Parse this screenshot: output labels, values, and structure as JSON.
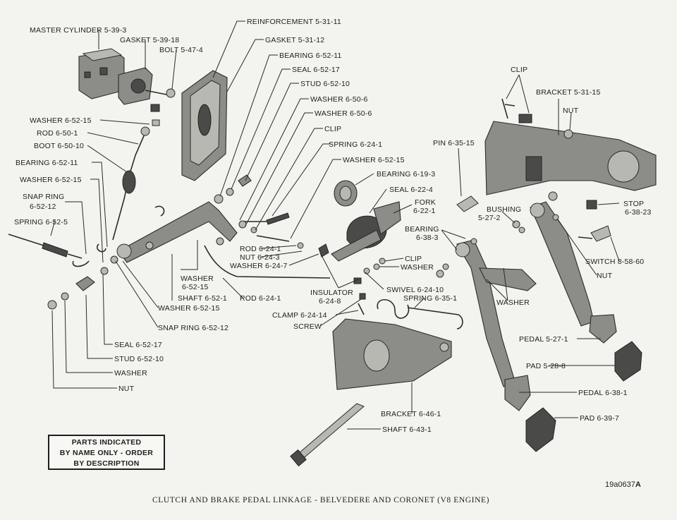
{
  "diagram": {
    "caption": "CLUTCH AND BRAKE PEDAL LINKAGE - BELVEDERE AND CORONET (V8 ENGINE)",
    "figure_id": "19a0637",
    "figure_suffix": "A",
    "note": [
      "PARTS INDICATED",
      "BY NAME ONLY - ORDER",
      "BY DESCRIPTION"
    ],
    "labels": [
      {
        "id": "master-cylinder",
        "text": "MASTER CYLINDER 5-39-3"
      },
      {
        "id": "gasket-5-39-18",
        "text": "GASKET 5-39-18"
      },
      {
        "id": "bolt-5-47-4",
        "text": "BOLT 5-47-4"
      },
      {
        "id": "reinforcement",
        "text": "REINFORCEMENT 5-31-11"
      },
      {
        "id": "gasket-5-31-12",
        "text": "GASKET 5-31-12"
      },
      {
        "id": "bearing-6-52-11-top",
        "text": "BEARING 6-52-11"
      },
      {
        "id": "seal-6-52-17-top",
        "text": "SEAL 6-52-17"
      },
      {
        "id": "stud-6-52-10-top",
        "text": "STUD 6-52-10"
      },
      {
        "id": "washer-6-50-6-a",
        "text": "WASHER 6-50-6"
      },
      {
        "id": "washer-6-50-6-b",
        "text": "WASHER 6-50-6"
      },
      {
        "id": "clip-mid",
        "text": "CLIP"
      },
      {
        "id": "spring-6-24-1",
        "text": "SPRING 6-24-1"
      },
      {
        "id": "washer-6-52-15-mid",
        "text": "WASHER 6-52-15"
      },
      {
        "id": "bearing-6-19-3",
        "text": "BEARING 6-19-3"
      },
      {
        "id": "seal-6-22-4",
        "text": "SEAL 6-22-4"
      },
      {
        "id": "fork-1",
        "text": "FORK"
      },
      {
        "id": "fork-2",
        "text": "6-22-1"
      },
      {
        "id": "washer-6-52-15-left",
        "text": "WASHER 6-52-15"
      },
      {
        "id": "rod-6-50-1",
        "text": "ROD 6-50-1"
      },
      {
        "id": "boot-6-50-10",
        "text": "BOOT 6-50-10"
      },
      {
        "id": "bearing-6-52-11-left",
        "text": "BEARING 6-52-11"
      },
      {
        "id": "washer-6-52-15-left2",
        "text": "WASHER 6-52-15"
      },
      {
        "id": "snap-ring-1",
        "text": "SNAP RING"
      },
      {
        "id": "snap-ring-2",
        "text": "6-52-12"
      },
      {
        "id": "spring-6-52-5",
        "text": "SPRING 6-52-5"
      },
      {
        "id": "clip-top",
        "text": "CLIP"
      },
      {
        "id": "bracket-5-31-15",
        "text": "BRACKET 5-31-15"
      },
      {
        "id": "nut-top",
        "text": "NUT"
      },
      {
        "id": "pin-6-35-15",
        "text": "PIN 6-35-15"
      },
      {
        "id": "bushing-1",
        "text": "BUSHING"
      },
      {
        "id": "bushing-2",
        "text": "5-27-2"
      },
      {
        "id": "stop-1",
        "text": "STOP"
      },
      {
        "id": "stop-2",
        "text": "6-38-23"
      },
      {
        "id": "bearing-6-38-3-1",
        "text": "BEARING"
      },
      {
        "id": "bearing-6-38-3-2",
        "text": "6-38-3"
      },
      {
        "id": "switch-8-58-60",
        "text": "SWITCH 8-58-60"
      },
      {
        "id": "nut-right",
        "text": "NUT"
      },
      {
        "id": "rod-6-24-1-a",
        "text": "ROD 6-24-1"
      },
      {
        "id": "nut-6-24-3",
        "text": "NUT 6-24-3"
      },
      {
        "id": "washer-6-24-7",
        "text": "WASHER 6-24-7"
      },
      {
        "id": "clip-lower",
        "text": "CLIP"
      },
      {
        "id": "washer-lower",
        "text": "WASHER"
      },
      {
        "id": "washer-shaft-1",
        "text": "WASHER"
      },
      {
        "id": "washer-shaft-2",
        "text": "6-52-15"
      },
      {
        "id": "shaft-6-52-1",
        "text": "SHAFT 6-52-1"
      },
      {
        "id": "washer-6-52-15-bot",
        "text": "WASHER 6-52-15"
      },
      {
        "id": "rod-6-24-1-b",
        "text": "ROD 6-24-1"
      },
      {
        "id": "insulator-1",
        "text": "INSULATOR"
      },
      {
        "id": "insulator-2",
        "text": "6-24-8"
      },
      {
        "id": "swivel-6-24-10",
        "text": "SWIVEL 6-24-10"
      },
      {
        "id": "spring-6-35-1",
        "text": "SPRING 6-35-1"
      },
      {
        "id": "washer-right",
        "text": "WASHER"
      },
      {
        "id": "clamp-6-24-14",
        "text": "CLAMP 6-24-14"
      },
      {
        "id": "screw",
        "text": "SCREW"
      },
      {
        "id": "snap-ring-6-52-12",
        "text": "SNAP RING 6-52-12"
      },
      {
        "id": "seal-6-52-17-bot",
        "text": "SEAL 6-52-17"
      },
      {
        "id": "stud-6-52-10-bot",
        "text": "STUD 6-52-10"
      },
      {
        "id": "washer-bottom",
        "text": "WASHER"
      },
      {
        "id": "nut-bottom",
        "text": "NUT"
      },
      {
        "id": "pedal-5-27-1",
        "text": "PEDAL 5-27-1"
      },
      {
        "id": "pad-5-28-8",
        "text": "PAD 5-28-8"
      },
      {
        "id": "pedal-6-38-1",
        "text": "PEDAL 6-38-1"
      },
      {
        "id": "bracket-6-46-1",
        "text": "BRACKET 6-46-1"
      },
      {
        "id": "pad-6-39-7",
        "text": "PAD 6-39-7"
      },
      {
        "id": "shaft-6-43-1",
        "text": "SHAFT 6-43-1"
      }
    ]
  }
}
